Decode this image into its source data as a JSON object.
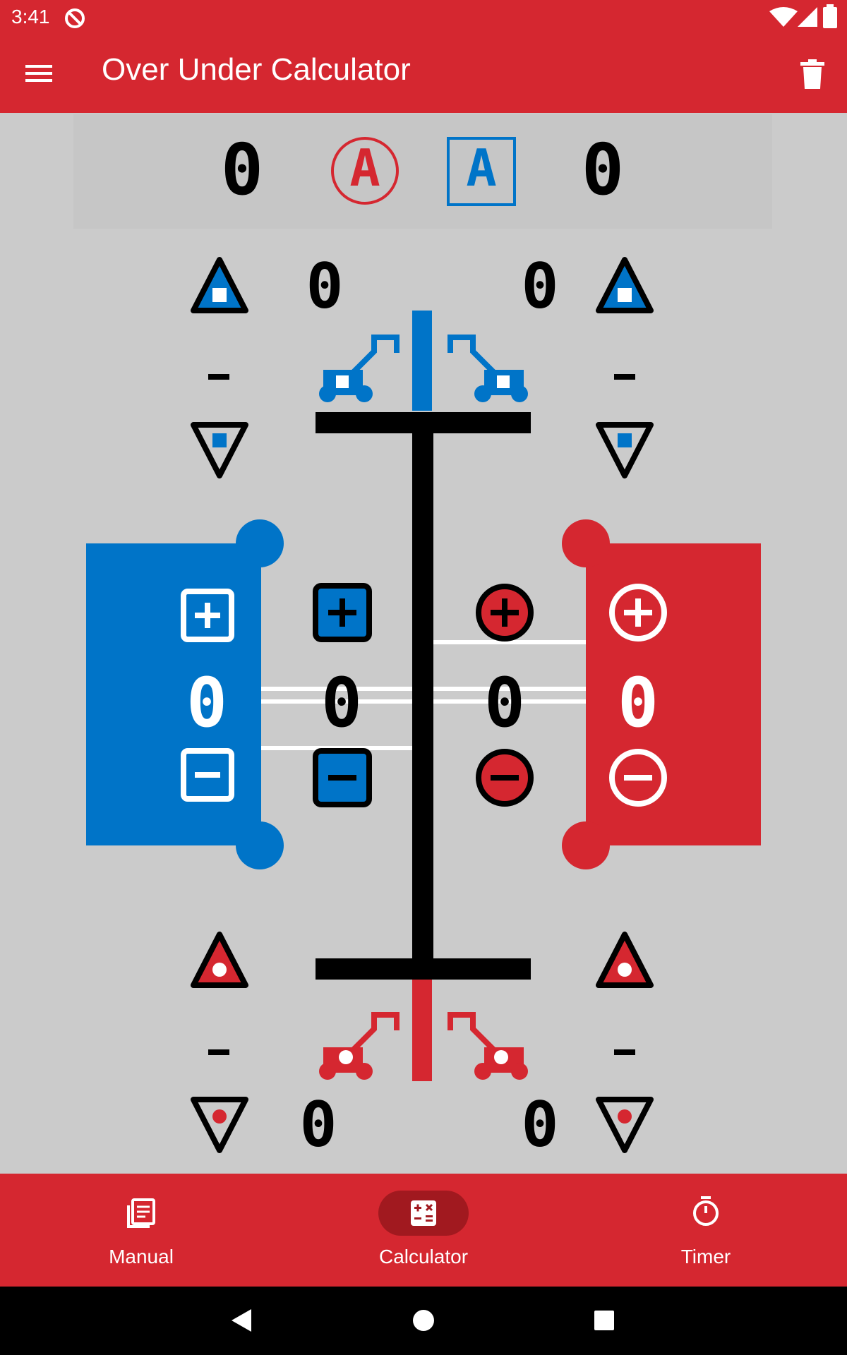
{
  "status": {
    "time": "3:41"
  },
  "appbar": {
    "title": "Over Under Calculator"
  },
  "score": {
    "red": "0",
    "blue": "0",
    "red_auton": "A",
    "blue_auton": "A"
  },
  "blue_goal": {
    "top_left": "0",
    "top_right": "0"
  },
  "red_goal": {
    "bottom_left": "0",
    "bottom_right": "0"
  },
  "dash": "-",
  "zones": {
    "blue_offense": "0",
    "blue_defense": "0",
    "red_defense": "0",
    "red_offense": "0"
  },
  "nav": {
    "manual": "Manual",
    "calculator": "Calculator",
    "timer": "Timer"
  },
  "colors": {
    "red": "#d52730",
    "blue": "#0074c8",
    "field": "#cbcbcb"
  }
}
